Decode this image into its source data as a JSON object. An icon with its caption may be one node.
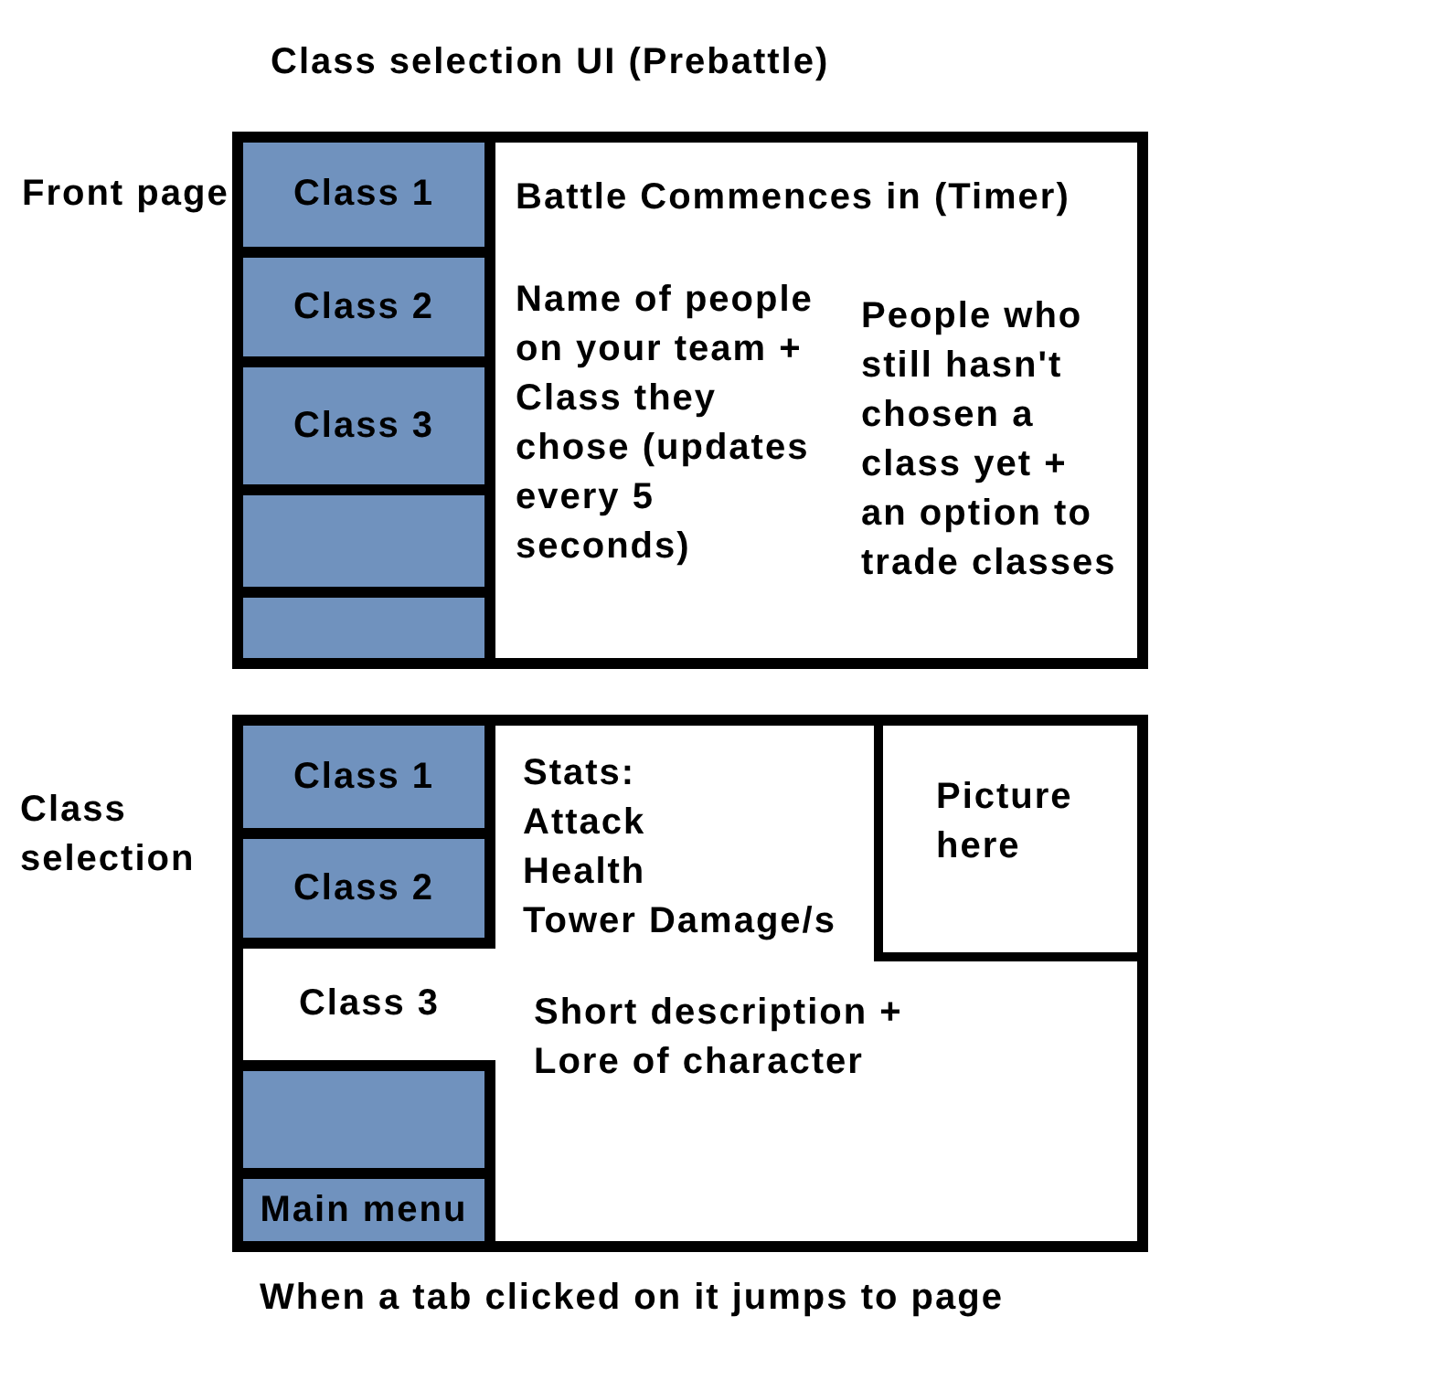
{
  "diagram": {
    "title": "Class selection UI (Prebattle)",
    "nodes": [
      {
        "text": [
          "Front page",
          "Battle Commences in (Timer)",
          "Name of people on your team + Class they chose (updates every 5 seconds)",
          "People who still hasn't chosen a class yet + an option to trade classes"
        ]
      },
      {
        "text": [
          "Class 1"
        ],
        "in": 0
      },
      {
        "text": [
          "Class 2"
        ],
        "in": 0
      },
      {
        "text": [
          "Class 3"
        ],
        "in": 0
      },
      {
        "text": [],
        "shape": "box",
        "in": 0
      },
      {
        "text": [],
        "shape": "box",
        "in": 0
      },
      {
        "text": [
          "Class selection",
          "Stats:",
          "Attack",
          "Health",
          "Tower Damage/s",
          "Short description + Lore of character"
        ]
      },
      {
        "text": [
          "Class 1"
        ],
        "in": 6
      },
      {
        "text": [
          "Class 2"
        ],
        "in": 6
      },
      {
        "text": [
          "Class 3"
        ],
        "in": 6
      },
      {
        "text": [],
        "shape": "box",
        "in": 6
      },
      {
        "text": [
          "Main menu"
        ],
        "in": 6
      },
      {
        "text": [
          "Picture here"
        ],
        "in": 6
      }
    ],
    "caption": "When a tab clicked on it jumps to page"
  }
}
